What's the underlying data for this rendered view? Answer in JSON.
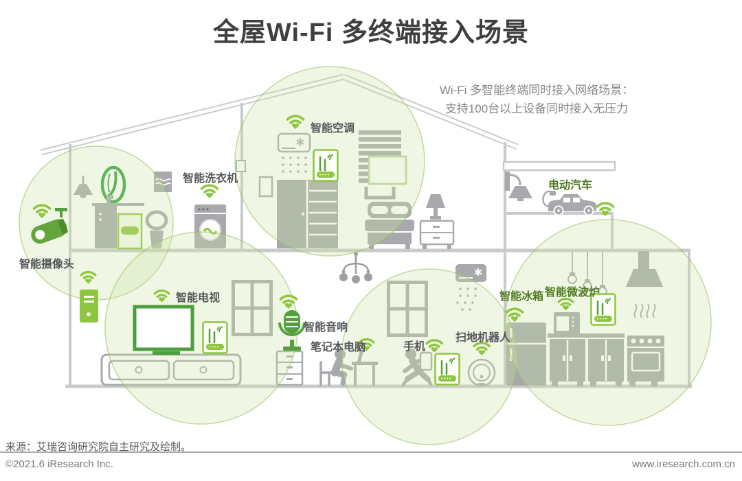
{
  "title": "全屋Wi-Fi 多终端接入场景",
  "annotation": {
    "line1": "Wi-Fi 多智能终端同时接入网络场景：",
    "line2": "支持100台以上设备同时接入无压力"
  },
  "devices": [
    {
      "name": "smart-camera",
      "label": "智能摄像头",
      "label_style": "dark"
    },
    {
      "name": "smart-washer",
      "label": "智能洗衣机",
      "label_style": "dark"
    },
    {
      "name": "smart-ac",
      "label": "智能空调",
      "label_style": "dark"
    },
    {
      "name": "smart-tv",
      "label": "智能电视",
      "label_style": "dark"
    },
    {
      "name": "smart-speaker",
      "label": "智能音响",
      "label_style": "dark"
    },
    {
      "name": "laptop",
      "label": "笔记本电脑",
      "label_style": "dark"
    },
    {
      "name": "phone",
      "label": "手机",
      "label_style": "dark"
    },
    {
      "name": "robot-vacuum",
      "label": "扫地机器人",
      "label_style": "dark"
    },
    {
      "name": "smart-fridge",
      "label": "智能冰箱",
      "label_style": "green"
    },
    {
      "name": "smart-microwave",
      "label": "智能微波炉",
      "label_style": "green"
    },
    {
      "name": "electric-car",
      "label": "电动汽车",
      "label_style": "green"
    }
  ],
  "icons": {
    "wifi-icon": "three green signal arcs with heart dot",
    "router-icon": "green box with antennas and signal waves",
    "coverage-circle": "light green wifi coverage zone"
  },
  "colors": {
    "accent_green": "#8DC63F",
    "deep_green": "#55A03C",
    "label_green": "#4E7B1F",
    "label_dark": "#555659",
    "device_gray": "#A7A9AC",
    "structure_gray": "#C9CACC"
  },
  "footer": {
    "source": "来源：艾瑞咨询研究院自主研究及绘制。",
    "copyright": "©2021.6 iResearch Inc.",
    "website": "www.iresearch.com.cn"
  }
}
